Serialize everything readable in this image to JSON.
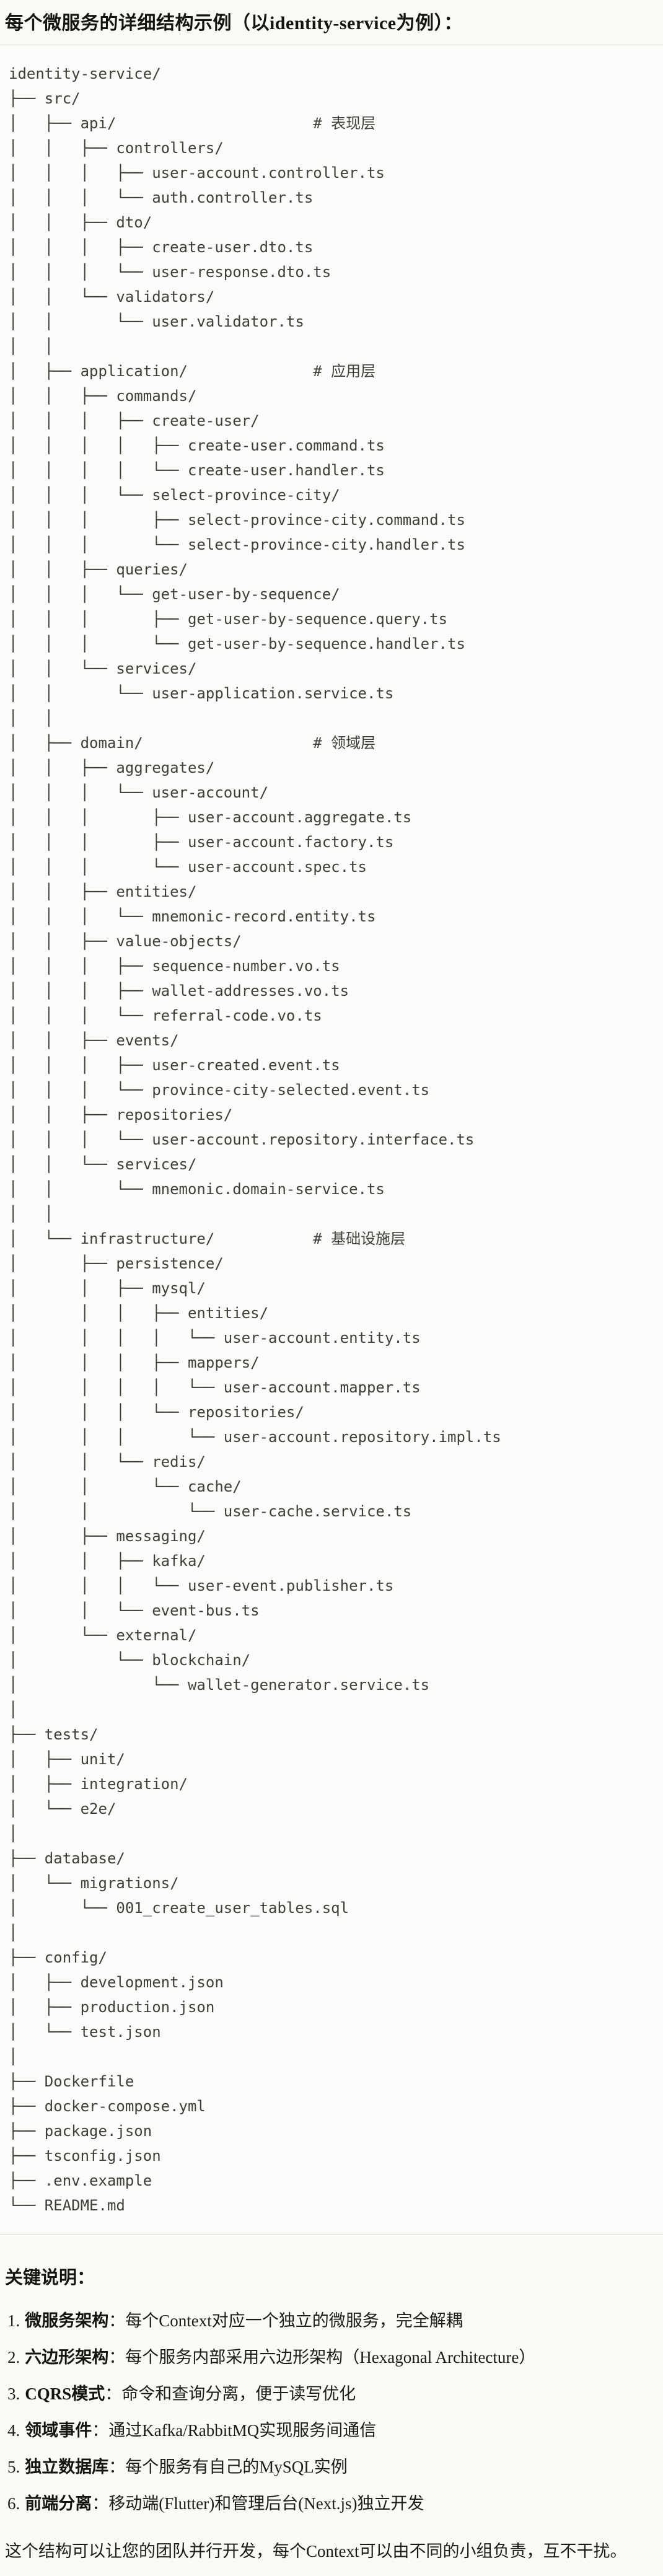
{
  "title": "每个微服务的详细结构示例（以identity-service为例）：",
  "code": {
    "tree_lines": [
      "identity-service/",
      "├── src/",
      "│   ├── api/                      # 表现层",
      "│   │   ├── controllers/",
      "│   │   │   ├── user-account.controller.ts",
      "│   │   │   └── auth.controller.ts",
      "│   │   ├── dto/",
      "│   │   │   ├── create-user.dto.ts",
      "│   │   │   └── user-response.dto.ts",
      "│   │   └── validators/",
      "│   │       └── user.validator.ts",
      "│   │",
      "│   ├── application/              # 应用层",
      "│   │   ├── commands/",
      "│   │   │   ├── create-user/",
      "│   │   │   │   ├── create-user.command.ts",
      "│   │   │   │   └── create-user.handler.ts",
      "│   │   │   └── select-province-city/",
      "│   │   │       ├── select-province-city.command.ts",
      "│   │   │       └── select-province-city.handler.ts",
      "│   │   ├── queries/",
      "│   │   │   └── get-user-by-sequence/",
      "│   │   │       ├── get-user-by-sequence.query.ts",
      "│   │   │       └── get-user-by-sequence.handler.ts",
      "│   │   └── services/",
      "│   │       └── user-application.service.ts",
      "│   │",
      "│   ├── domain/                   # 领域层",
      "│   │   ├── aggregates/",
      "│   │   │   └── user-account/",
      "│   │   │       ├── user-account.aggregate.ts",
      "│   │   │       ├── user-account.factory.ts",
      "│   │   │       └── user-account.spec.ts",
      "│   │   ├── entities/",
      "│   │   │   └── mnemonic-record.entity.ts",
      "│   │   ├── value-objects/",
      "│   │   │   ├── sequence-number.vo.ts",
      "│   │   │   ├── wallet-addresses.vo.ts",
      "│   │   │   └── referral-code.vo.ts",
      "│   │   ├── events/",
      "│   │   │   ├── user-created.event.ts",
      "│   │   │   └── province-city-selected.event.ts",
      "│   │   ├── repositories/",
      "│   │   │   └── user-account.repository.interface.ts",
      "│   │   └── services/",
      "│   │       └── mnemonic.domain-service.ts",
      "│   │",
      "│   └── infrastructure/           # 基础设施层",
      "│       ├── persistence/",
      "│       │   ├── mysql/",
      "│       │   │   ├── entities/",
      "│       │   │   │   └── user-account.entity.ts",
      "│       │   │   ├── mappers/",
      "│       │   │   │   └── user-account.mapper.ts",
      "│       │   │   └── repositories/",
      "│       │   │       └── user-account.repository.impl.ts",
      "│       │   └── redis/",
      "│       │       └── cache/",
      "│       │           └── user-cache.service.ts",
      "│       ├── messaging/",
      "│       │   ├── kafka/",
      "│       │   │   └── user-event.publisher.ts",
      "│       │   └── event-bus.ts",
      "│       └── external/",
      "│           └── blockchain/",
      "│               └── wallet-generator.service.ts",
      "│",
      "├── tests/",
      "│   ├── unit/",
      "│   ├── integration/",
      "│   └── e2e/",
      "│",
      "├── database/",
      "│   └── migrations/",
      "│       └── 001_create_user_tables.sql",
      "│",
      "├── config/",
      "│   ├── development.json",
      "│   ├── production.json",
      "│   └── test.json",
      "│",
      "├── Dockerfile",
      "├── docker-compose.yml",
      "├── package.json",
      "├── tsconfig.json",
      "├── .env.example",
      "└── README.md"
    ]
  },
  "notes": {
    "heading": "关键说明：",
    "items": [
      {
        "num": "1.",
        "term": "微服务架构",
        "desc": "：每个Context对应一个独立的微服务，完全解耦"
      },
      {
        "num": "2.",
        "term": "六边形架构",
        "desc": "：每个服务内部采用六边形架构（Hexagonal Architecture）"
      },
      {
        "num": "3.",
        "term": "CQRS模式",
        "desc": "：命令和查询分离，便于读写优化"
      },
      {
        "num": "4.",
        "term": "领域事件",
        "desc": "：通过Kafka/RabbitMQ实现服务间通信"
      },
      {
        "num": "5.",
        "term": "独立数据库",
        "desc": "：每个服务有自己的MySQL实例"
      },
      {
        "num": "6.",
        "term": "前端分离",
        "desc": "：移动端(Flutter)和管理后台(Next.js)独立开发"
      }
    ]
  },
  "closing": "这个结构可以让您的团队并行开发，每个Context可以由不同的小组负责，互不干扰。",
  "colors": {
    "page_background": "#faf9f5",
    "code_background": "#fcfbf9",
    "code_border": "#dcd9d2",
    "code_text": "#3e3e3b",
    "heading_text": "#141310"
  }
}
